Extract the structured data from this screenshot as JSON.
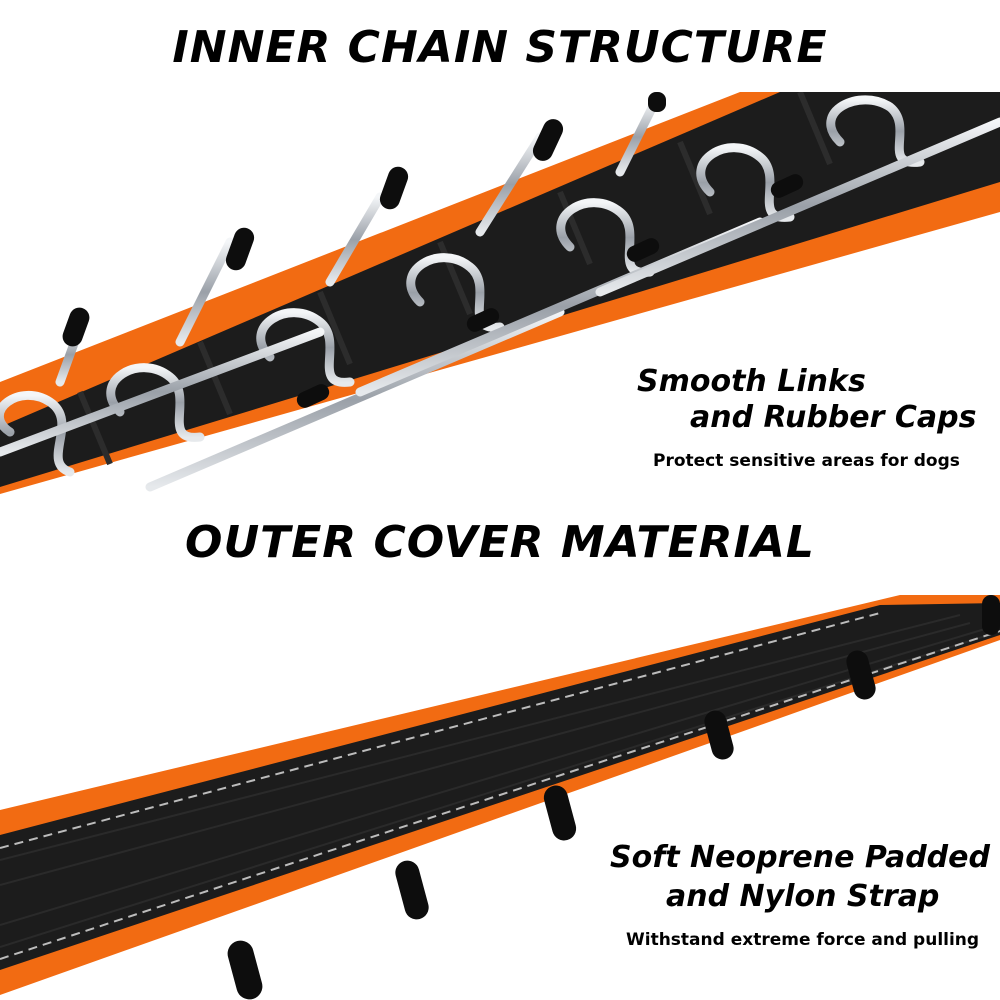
{
  "sections": [
    {
      "heading": "INNER CHAIN STRUCTURE",
      "callout": {
        "line1": "Smooth  Links",
        "line2": "and Rubber Caps",
        "subtitle": "Protect sensitive areas for dogs"
      }
    },
    {
      "heading": "OUTER COVER MATERIAL",
      "callout": {
        "line1": "Soft Neoprene Padded",
        "line2": "and Nylon Strap",
        "subtitle": "Withstand extreme force and pulling"
      }
    }
  ],
  "colors": {
    "neoprene_orange": "#f26b12",
    "strap_black": "#1c1c1c",
    "chain_silver": "#c8ccd2",
    "rubber_cap": "#0d0d0d",
    "stitching": "#bcbcbc"
  }
}
